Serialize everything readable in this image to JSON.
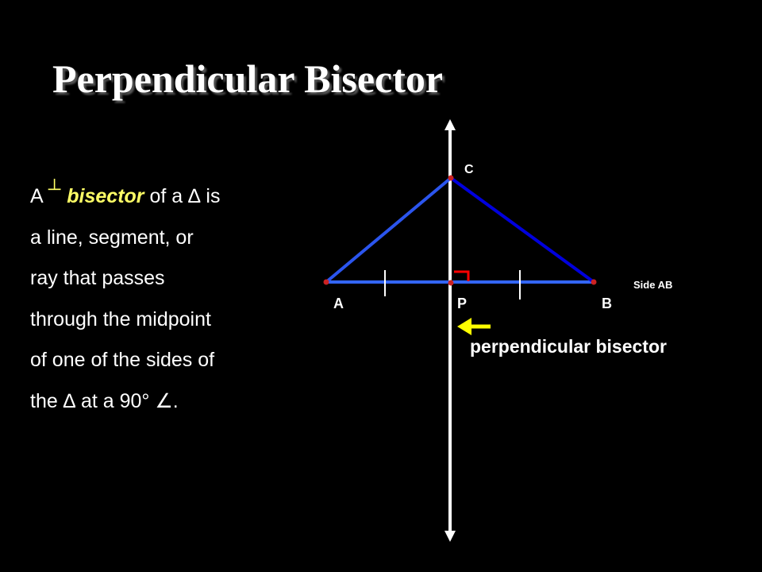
{
  "slide": {
    "title": "Perpendicular Bisector",
    "definition": {
      "line1": {
        "a": "A",
        "perp_symbol": "┴",
        "keyword": "bisector",
        "rest": "of a ∆ is"
      },
      "line2": "a line, segment, or",
      "line3": "ray that passes",
      "line4": "through the midpoint",
      "line5": "of one of the sides of",
      "line6": "the ∆ at a 90° ∠."
    }
  },
  "diagram": {
    "points": {
      "a": "A",
      "p": "P",
      "b": "B",
      "c": "C"
    },
    "side_label": "Side AB",
    "callout_label": "perpendicular bisector",
    "colors": {
      "triangle_sides": "#0000dd",
      "base": "#3366ff",
      "bisector_line": "#ffffff",
      "points": "#cc2222",
      "right_angle_mark": "#ff0000",
      "arrow": "#ffff00",
      "keyword": "#ffff66"
    }
  }
}
